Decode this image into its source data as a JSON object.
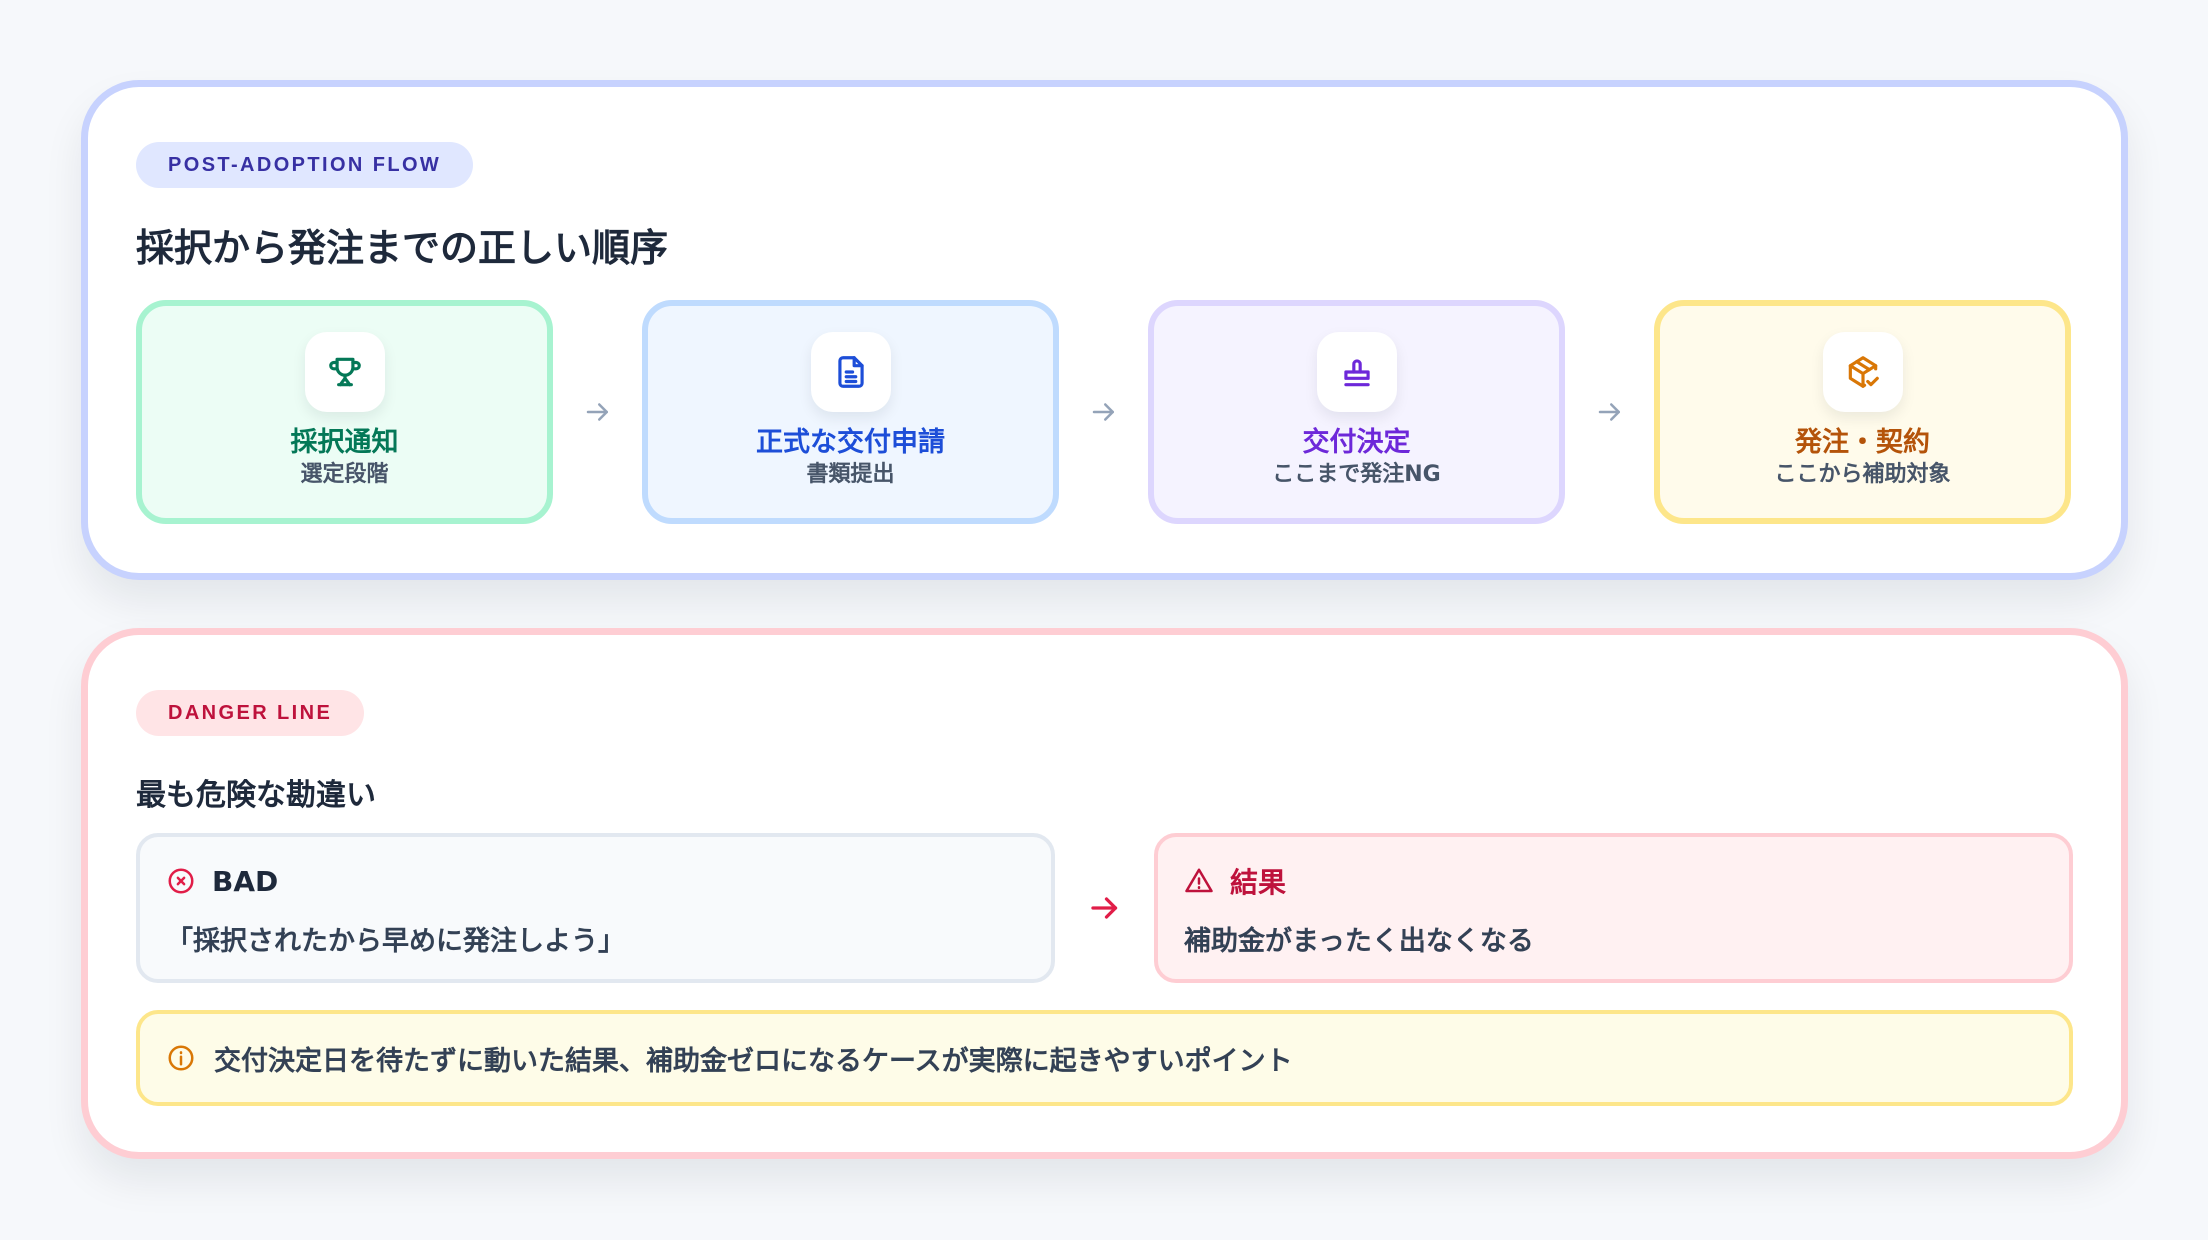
{
  "flow": {
    "badge": "POST-ADOPTION FLOW",
    "title": "採択から発注までの正しい順序",
    "steps": [
      {
        "icon": "trophy-icon",
        "label": "採択通知",
        "sub": "選定段階",
        "color": "#047857",
        "bg": "#ecfdf5",
        "border": "#a7f3d0"
      },
      {
        "icon": "document-icon",
        "label": "正式な交付申請",
        "sub": "書類提出",
        "color": "#1d4ed8",
        "bg": "#eff6ff",
        "border": "#bfdbfe"
      },
      {
        "icon": "stamp-icon",
        "label": "交付決定",
        "sub": "ここまで発注NG",
        "color": "#6d28d9",
        "bg": "#f5f3ff",
        "border": "#ddd6fe"
      },
      {
        "icon": "package-check-icon",
        "label": "発注・契約",
        "sub": "ここから補助対象",
        "color": "#b45309",
        "bg": "#fffbeb",
        "border": "#fde68a"
      }
    ],
    "arrow_icon": "arrow-right-icon"
  },
  "danger": {
    "badge": "DANGER LINE",
    "title": "最も危険な勘違い",
    "bad": {
      "icon": "x-circle-icon",
      "heading": "BAD",
      "text": "「採択されたから早めに発注しよう」"
    },
    "result": {
      "icon": "warning-triangle-icon",
      "heading": "結果",
      "text": "補助金がまったく出なくなる"
    },
    "note": {
      "icon": "info-circle-icon",
      "text": "交付決定日を待たずに動いた結果、補助金ゼロになるケースが実際に起きやすいポイント"
    }
  },
  "colors": {
    "flow_border": "#c7d2fe",
    "danger_border": "#fecdd3",
    "danger_accent": "#e11d48",
    "note_accent": "#d97706"
  }
}
